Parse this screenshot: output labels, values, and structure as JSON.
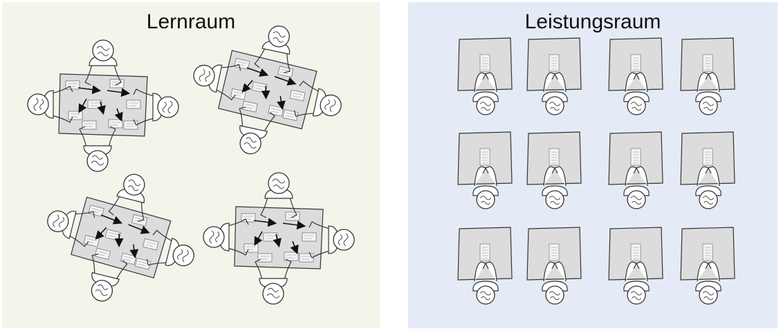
{
  "panels": {
    "left": {
      "title": "Lernraum",
      "background": "#f3f5ea"
    },
    "right": {
      "title": "Leistungsraum",
      "background": "#e4ebf7"
    }
  },
  "colors": {
    "desk": "#dcdcdc",
    "line": "#333333",
    "paper": "#f4f4f4",
    "person": "#ffffff"
  },
  "icons": {
    "group": "group-table-illustration",
    "desk": "single-desk-illustration"
  }
}
